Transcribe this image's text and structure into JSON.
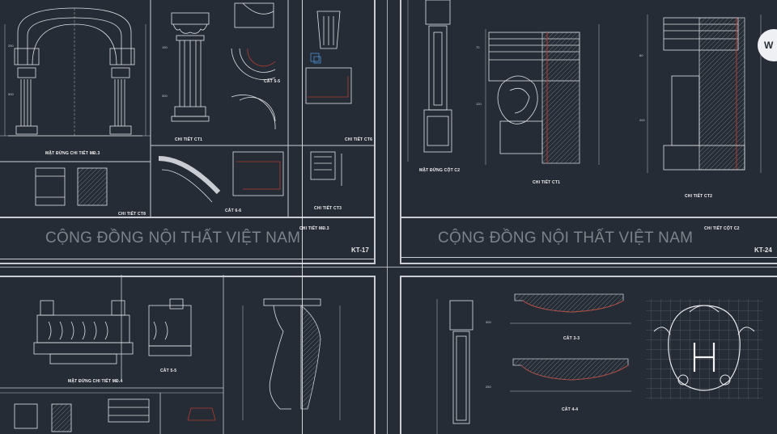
{
  "brand": "CỘNG ĐỒNG NỘI THẤT VIỆT NAM",
  "sheets": [
    {
      "code": "KT-17",
      "subtitle": "CHI TIẾT MĐ.3"
    },
    {
      "code": "KT-24",
      "subtitle": "CHI TIẾT CỘT C2"
    }
  ],
  "captions": {
    "c1": "MẶT ĐỨNG CHI TIẾT MĐ.3",
    "c2": "CHI TIẾT CT1",
    "c3": "CẮT 5-5",
    "c4": "CHI TIẾT CT6",
    "c5": "CHI TIẾT CT8",
    "c6": "CẮT 6-6",
    "c7": "CHI TIẾT CT3",
    "c8": "MẶT ĐỨNG CỘT C2",
    "c9": "CHI TIẾT CT1",
    "c10": "CHI TIẾT CT2",
    "c11": "MẶT ĐỨNG CHI TIẾT MĐ.4",
    "c12": "CẮT 5-5",
    "c13": "CẮT 3-3",
    "c14": "CẮT 4-4"
  },
  "colors": {
    "background": "#262c35",
    "linework": "#c9ccd2",
    "hatch": "#b33a2e",
    "brand_text": "#7d838b"
  },
  "badge": {
    "letter": "W",
    "icon": "circle-badge-icon"
  }
}
